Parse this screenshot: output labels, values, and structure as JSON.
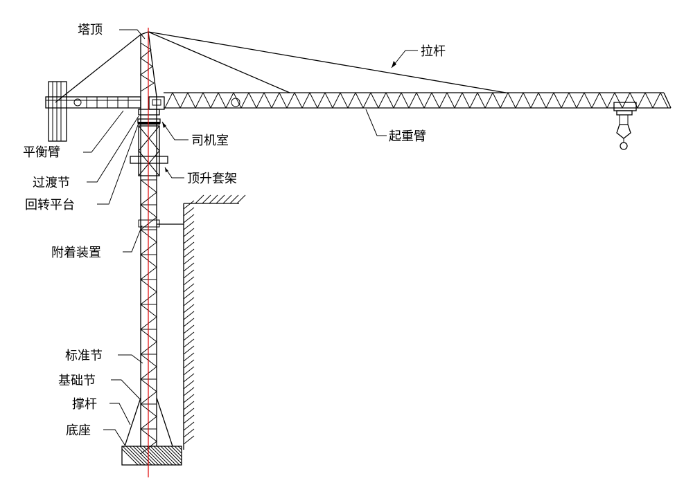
{
  "labels": {
    "tower_top": "塔顶",
    "tie_rod": "拉杆",
    "counter_jib": "平衡臂",
    "cab": "司机室",
    "jib": "起重臂",
    "transition_section": "过渡节",
    "climbing_frame": "顶升套架",
    "slewing_platform": "回转平台",
    "anchorage_device": "附着装置",
    "standard_section": "标准节",
    "base_section": "基础节",
    "brace": "撑杆",
    "base": "底座"
  },
  "colors": {
    "line": "#000000",
    "centerline": "#e00000",
    "background": "#ffffff"
  }
}
